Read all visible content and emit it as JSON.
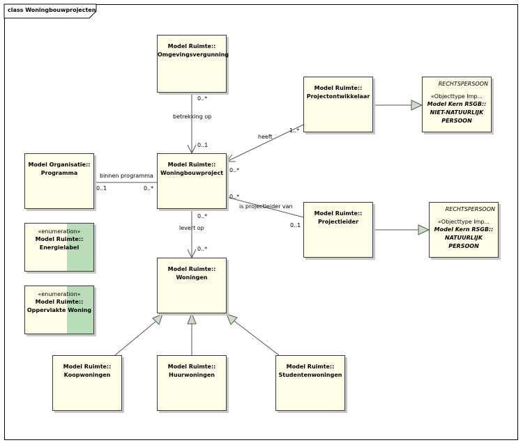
{
  "diagram": {
    "title": "class Woningbouwprojecten"
  },
  "classes": {
    "omgevingsvergunning": {
      "line1": "Model Ruimte::",
      "line2": "Omgevingsvergunning"
    },
    "projectontwikkelaar": {
      "line1": "Model Ruimte::",
      "line2": "Projectontwikkelaar"
    },
    "programma": {
      "line1": "Model Organisatie::",
      "line2": "Programma"
    },
    "woningbouwproject": {
      "line1": "Model Ruimte::",
      "line2": "Woningbouwproject"
    },
    "projectleider": {
      "line1": "Model Ruimte::",
      "line2": "Projectleider"
    },
    "woningen": {
      "line1": "Model Ruimte::",
      "line2": "Woningen"
    },
    "koopwoningen": {
      "line1": "Model Ruimte::",
      "line2": "Koopwoningen"
    },
    "huurwoningen": {
      "line1": "Model Ruimte::",
      "line2": "Huurwoningen"
    },
    "studentenwoningen": {
      "line1": "Model Ruimte::",
      "line2": "Studentenwoningen"
    }
  },
  "enumerations": {
    "energielabel": {
      "stereotype": "«enumeration»",
      "line1": "Model Ruimte::",
      "line2": "Energielabel"
    },
    "oppervlakte": {
      "stereotype": "«enumeration»",
      "line1": "Model Ruimte::",
      "line2": "Oppervlakte Woning"
    }
  },
  "external": {
    "rechtspersoon_niet": {
      "header": "RECHTSPERSOON",
      "stereotype": "«Objecttype Imp...",
      "line1": "Model Kern RSGB::",
      "line2": "NIET-NATUURLIJK",
      "line3": "PERSOON"
    },
    "rechtspersoon_nat": {
      "header": "RECHTSPERSOON",
      "stereotype": "«Objecttype Imp...",
      "line1": "Model Kern RSGB::",
      "line2": "NATUURLIJK",
      "line3": "PERSOON"
    }
  },
  "associations": {
    "betrekking": {
      "name": "betrekking op",
      "mult_source": "0..*",
      "mult_target": "0..1"
    },
    "heeft": {
      "name": "heeft",
      "mult_source": "1..*",
      "mult_target": "0..*"
    },
    "binnen": {
      "name": "binnen programma",
      "mult_source": "0..1",
      "mult_target": "0..*"
    },
    "levert": {
      "name": "levert op",
      "mult_source": "0..*",
      "mult_target": "0..*"
    },
    "projectleider": {
      "name": "is projectleider van",
      "mult_source": "0..*",
      "mult_target": "0..1"
    }
  },
  "colors": {
    "class_fill": "#fdfde8",
    "enum_strip": "#b9dcb9",
    "arrowhead": "#c9dfc3"
  }
}
